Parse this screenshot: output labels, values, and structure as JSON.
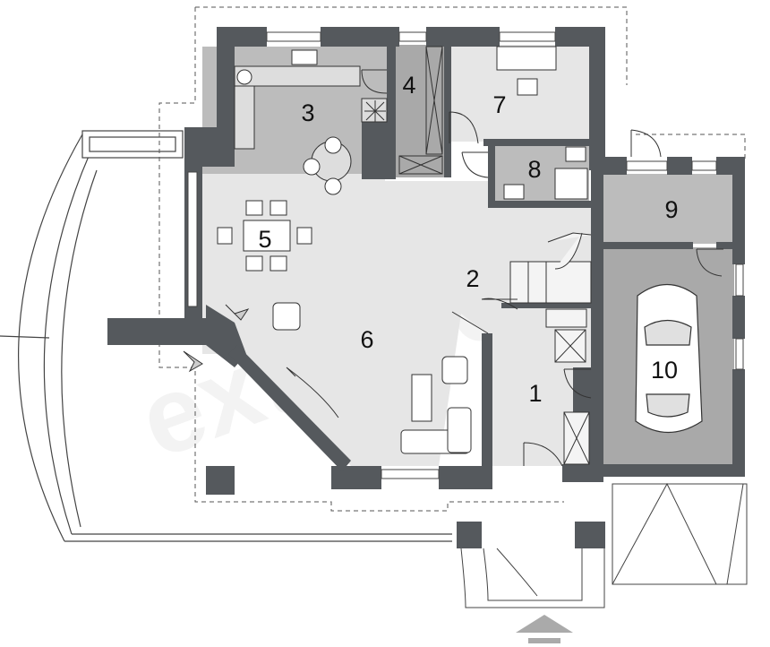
{
  "watermark": "extradom",
  "colors": {
    "wall": "#55595d",
    "floor_light": "#e6e6e6",
    "floor_mid": "#bcbcbc",
    "floor_dark": "#a9a9a9",
    "line": "#333333"
  },
  "rooms": [
    {
      "id": "1",
      "label": "1"
    },
    {
      "id": "2",
      "label": "2"
    },
    {
      "id": "3",
      "label": "3"
    },
    {
      "id": "4",
      "label": "4"
    },
    {
      "id": "5",
      "label": "5"
    },
    {
      "id": "6",
      "label": "6"
    },
    {
      "id": "7",
      "label": "7"
    },
    {
      "id": "8",
      "label": "8"
    },
    {
      "id": "9",
      "label": "9"
    },
    {
      "id": "10",
      "label": "10"
    }
  ],
  "icons": {
    "entrance": "entrance-arrow-icon",
    "car": "car-icon",
    "fireplace": "fireplace-icon",
    "stove": "stove-icon",
    "sink": "sink-icon"
  }
}
